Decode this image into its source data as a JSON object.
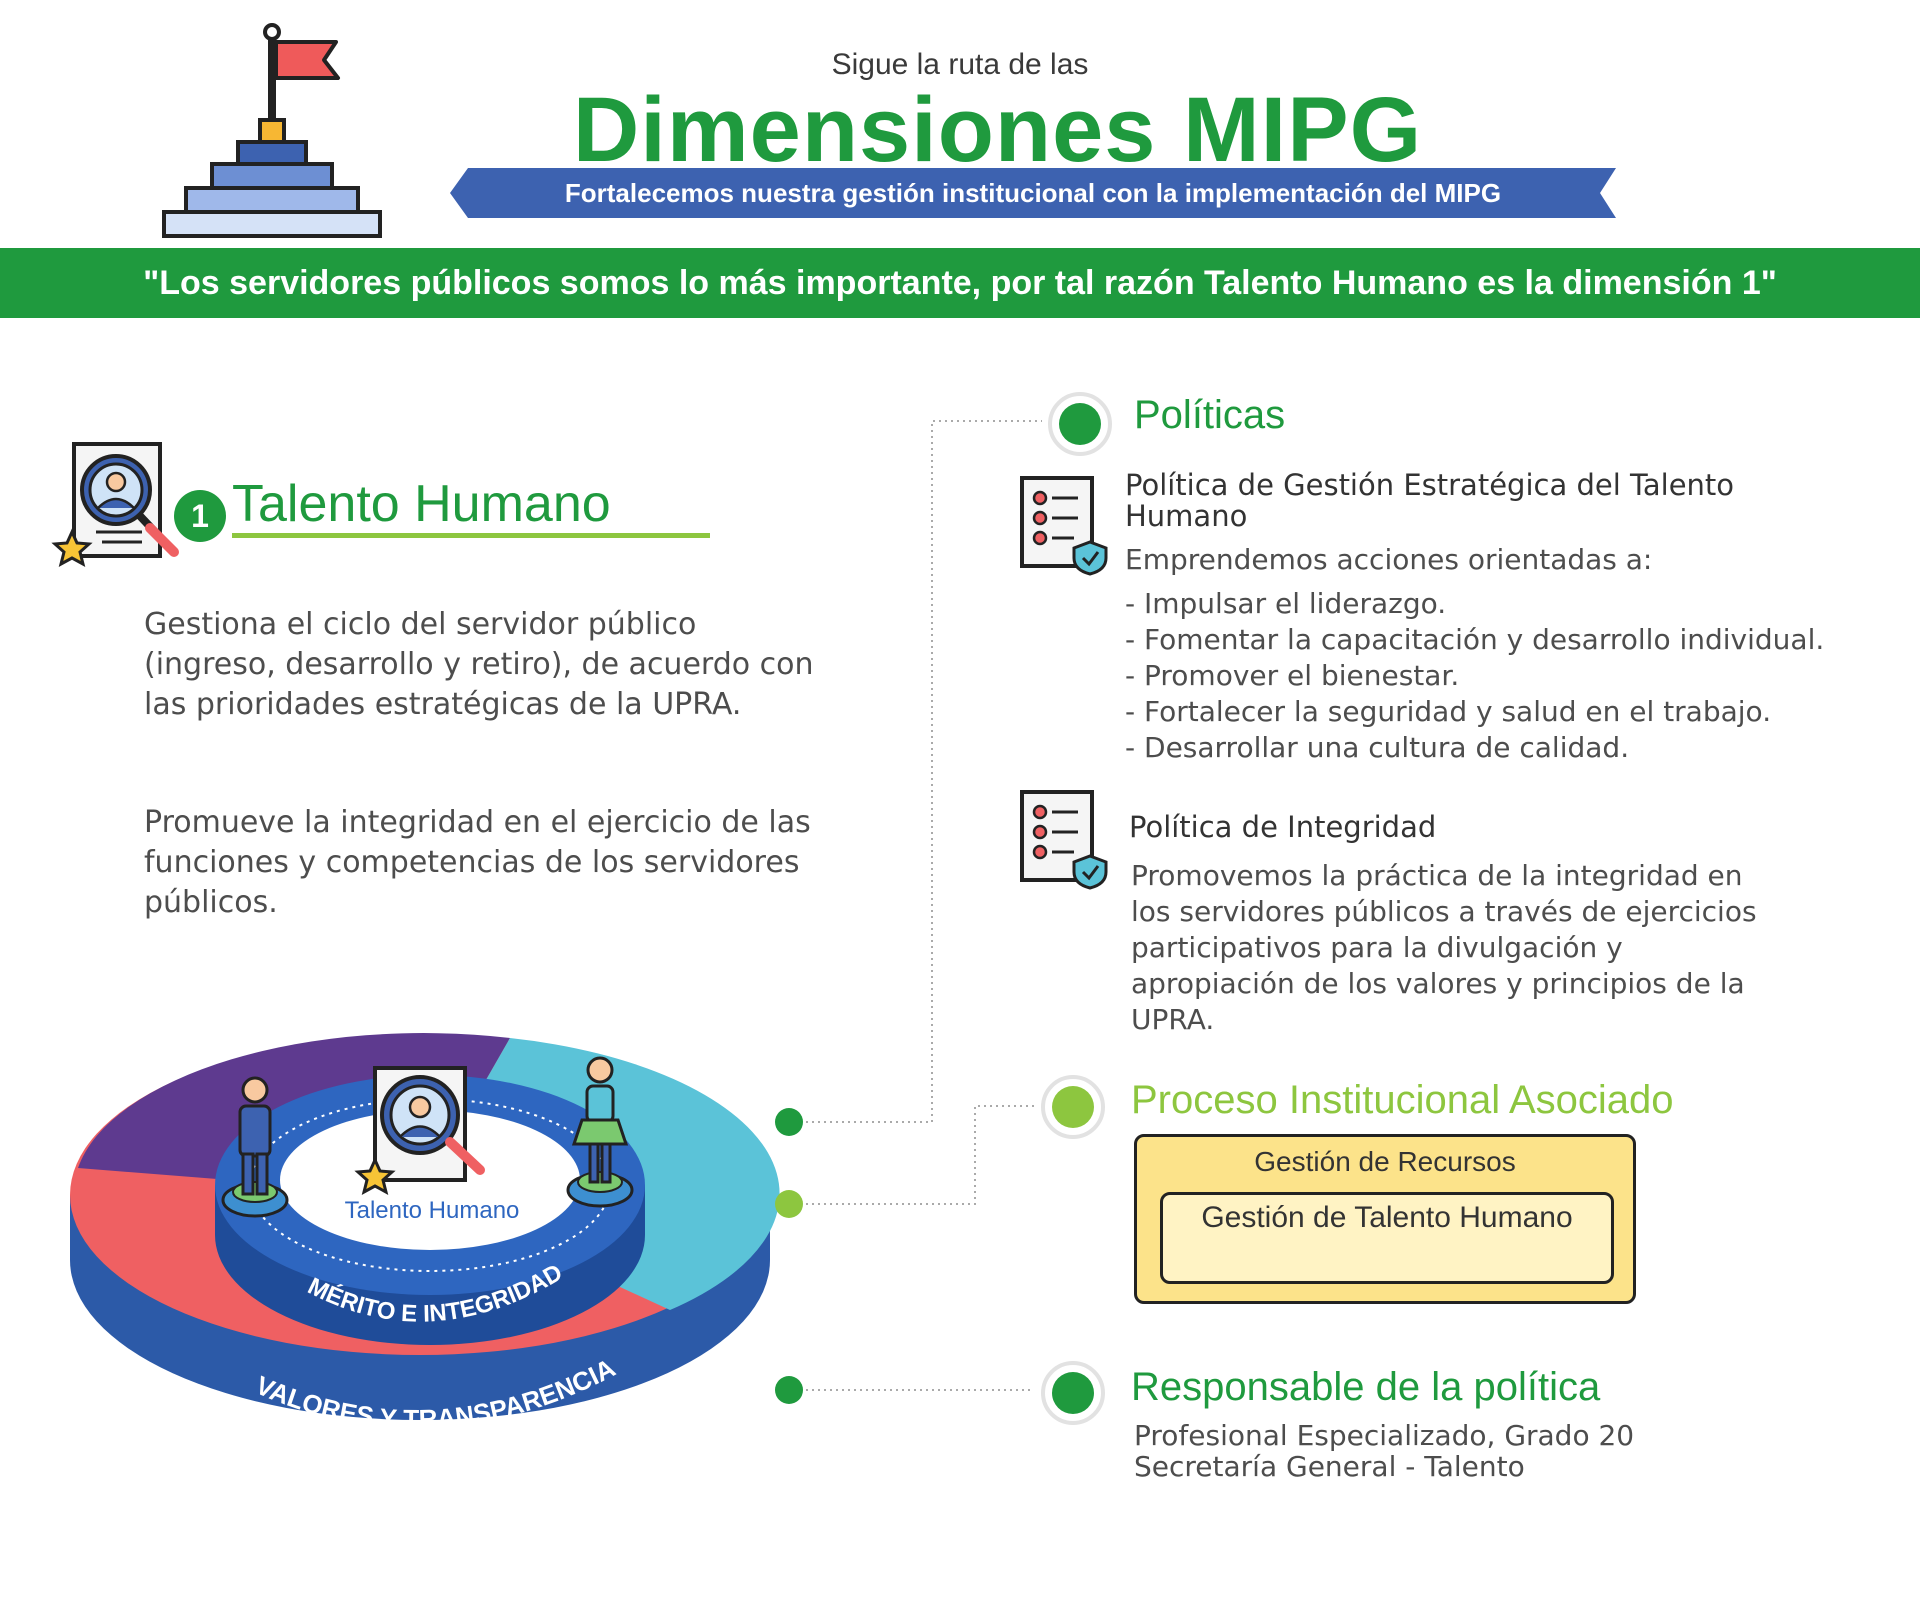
{
  "header": {
    "pre_title": "Sigue la ruta de las",
    "title": "Dimensiones MIPG",
    "subtitle": "Fortalecemos nuestra gestión institucional con la implementación del MIPG",
    "quote": "\"Los servidores públicos somos lo más importante, por tal razón Talento Humano es la dimensión 1\""
  },
  "dimension": {
    "number": "1",
    "title": "Talento Humano",
    "paragraph1": "Gestiona el ciclo del servidor público (ingreso, desarrollo y retiro), de acuerdo con las prioridades estratégicas de la UPRA.",
    "paragraph2": "Promueve la integridad en el ejercicio de las funciones y competencias de los servidores públicos."
  },
  "diagram": {
    "center_label": "Talento Humano",
    "inner_ring_label": "MÉRITO E INTEGRIDAD",
    "outer_ring_label": "VALORES Y TRANSPARENCIA"
  },
  "politicas": {
    "title": "Políticas",
    "policy1": {
      "title": "Política de Gestión Estratégica del Talento Humano",
      "intro": "Emprendemos acciones orientadas a:",
      "items": [
        "- Impulsar el liderazgo.",
        "- Fomentar la capacitación y desarrollo individual.",
        "- Promover el bienestar.",
        "- Fortalecer la seguridad y salud en el trabajo.",
        "- Desarrollar una cultura de calidad."
      ]
    },
    "policy2": {
      "title": "Política de Integridad",
      "body": "Promovemos la práctica de la integridad en los servidores públicos a través de ejercicios participativos para la divulgación y apropiación de los valores y principios de la UPRA."
    }
  },
  "proceso": {
    "title": "Proceso Institucional Asociado",
    "outer_label": "Gestión de Recursos",
    "inner_label": "Gestión de Talento Humano"
  },
  "responsable": {
    "title": "Responsable de la política",
    "body": "Profesional Especializado, Grado 20 Secretaría General - Talento"
  },
  "colors": {
    "green": "#1f9a3e",
    "light_green": "#8dc63f",
    "blue": "#3d62b0",
    "purple": "#5e3a8f",
    "coral": "#ef6062",
    "teal": "#5bc3d8",
    "yellow": "#fce38a"
  },
  "icons": [
    "flag-icon",
    "stepped-pyramid-icon",
    "profile-search-icon",
    "star-icon",
    "checklist-shield-icon",
    "person-icon"
  ]
}
